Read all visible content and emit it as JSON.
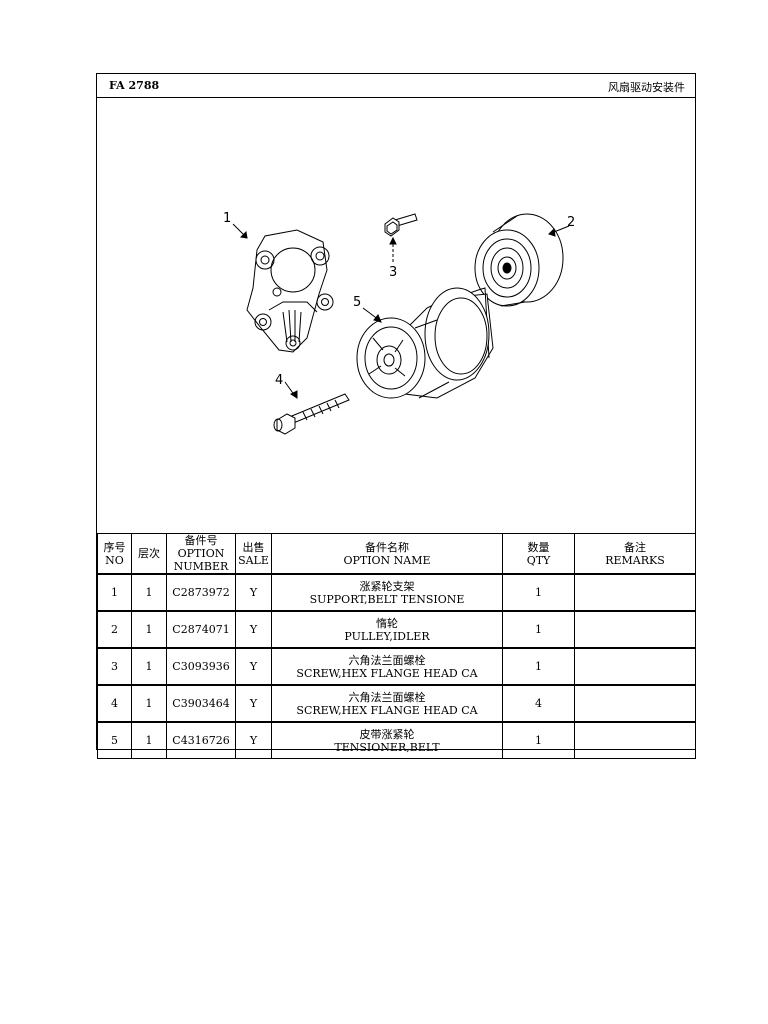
{
  "header": {
    "code": "FA 2788",
    "title_cn": "风扇驱动安装件"
  },
  "figure": {
    "callouts": [
      "1",
      "2",
      "3",
      "4",
      "5"
    ]
  },
  "table": {
    "columns": [
      {
        "cn": "序号",
        "en": "NO"
      },
      {
        "cn": "层次",
        "en": ""
      },
      {
        "cn": "备件号",
        "en": "OPTION NUMBER"
      },
      {
        "cn": "出售",
        "en": "SALE"
      },
      {
        "cn": "备件名称",
        "en": "OPTION NAME"
      },
      {
        "cn": "数量",
        "en": "QTY"
      },
      {
        "cn": "备注",
        "en": "REMARKS"
      }
    ],
    "rows": [
      {
        "no": "1",
        "level": "1",
        "number": "C2873972",
        "sale": "Y",
        "name_cn": "涨紧轮支架",
        "name_en": "SUPPORT,BELT TENSIONE",
        "qty": "1",
        "remarks": ""
      },
      {
        "no": "2",
        "level": "1",
        "number": "C2874071",
        "sale": "Y",
        "name_cn": "惰轮",
        "name_en": "PULLEY,IDLER",
        "qty": "1",
        "remarks": ""
      },
      {
        "no": "3",
        "level": "1",
        "number": "C3093936",
        "sale": "Y",
        "name_cn": "六角法兰面螺栓",
        "name_en": "SCREW,HEX FLANGE HEAD CA",
        "qty": "1",
        "remarks": ""
      },
      {
        "no": "4",
        "level": "1",
        "number": "C3903464",
        "sale": "Y",
        "name_cn": "六角法兰面螺栓",
        "name_en": "SCREW,HEX FLANGE HEAD CA",
        "qty": "4",
        "remarks": ""
      },
      {
        "no": "5",
        "level": "1",
        "number": "C4316726",
        "sale": "Y",
        "name_cn": "皮带涨紧轮",
        "name_en": "TENSIONER,BELT",
        "qty": "1",
        "remarks": ""
      }
    ]
  }
}
